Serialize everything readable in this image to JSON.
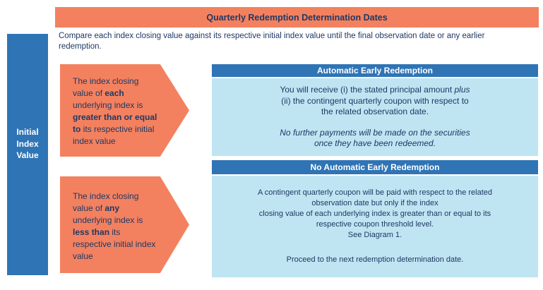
{
  "top_banner": {
    "title": "Quarterly Redemption Determination Dates"
  },
  "intro": {
    "text": "Compare each index closing value against its respective initial index value until the final observation date or any earlier\nredemption."
  },
  "left_column": {
    "label": "Initial\nIndex\nValue"
  },
  "arrows": [
    {
      "part_a": "The index closing\nvalue of ",
      "part_b_bold": "each",
      "part_c": "\nunderlying index is\n",
      "part_d_bold": "greater than or equal\nto",
      "part_e": " its respective initial\nindex value"
    },
    {
      "part_a": "The index closing\nvalue of ",
      "part_b_bold": "any",
      "part_c": "\nunderlying index is\n",
      "part_d_bold": "less than",
      "part_e": " its\nrespective initial index\nvalue"
    }
  ],
  "panels": [
    {
      "header": "Automatic Early Redemption",
      "para1_a": "You will receive (i) the stated principal amount ",
      "para1_italic": "plus",
      "para1_b": "\n(ii) the contingent quarterly coupon with respect to\nthe related observation date.",
      "para2_italic": "No further payments will be made on the securities\nonce they have been redeemed."
    },
    {
      "header": "No Automatic Early Redemption",
      "para1": "A contingent quarterly coupon will be paid with respect to the related\nobservation date but only if the index\nclosing value of each underlying index is greater than or equal to its\nrespective coupon threshold level.\nSee Diagram 1.",
      "para2": "Proceed to the next redemption determination date."
    }
  ],
  "colors": {
    "orange": "#F3815F",
    "blue": "#2F74B5",
    "light_blue": "#BFE5F2",
    "navy_text": "#1F3864"
  }
}
